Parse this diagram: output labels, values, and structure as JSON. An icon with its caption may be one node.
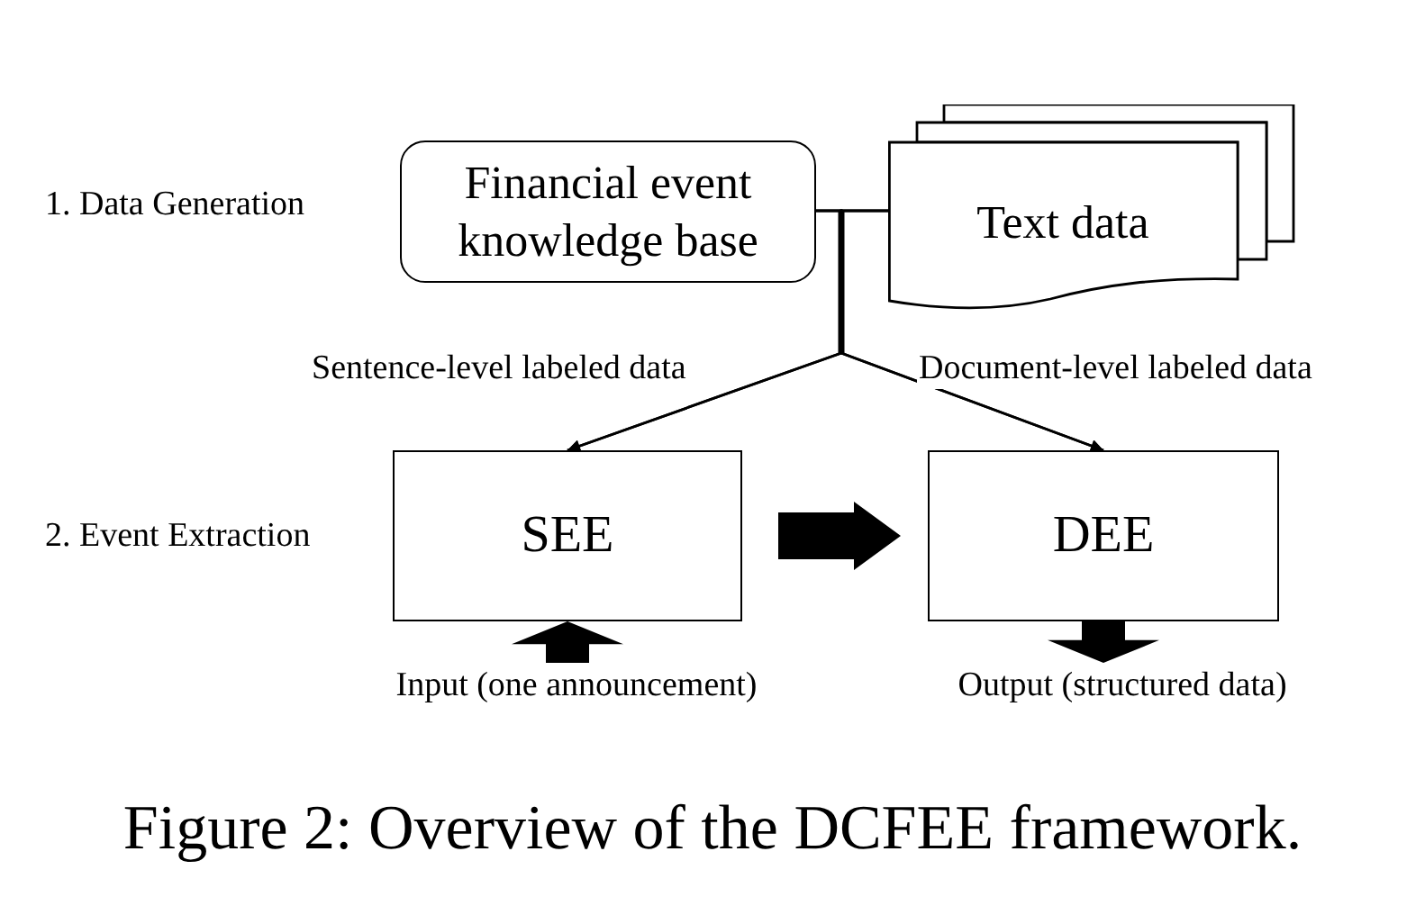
{
  "diagram": {
    "caption": "Figure 2: Overview of the DCFEE framework.",
    "nodes": [
      {
        "text": [
          "Financial event knowledge base"
        ]
      },
      {
        "text": [
          "Text data"
        ]
      },
      {
        "text": [
          "SEE"
        ]
      },
      {
        "text": [
          "DEE"
        ]
      },
      {
        "text": [
          "Input (one announcement)"
        ]
      },
      {
        "text": [
          "Output (structured data)"
        ]
      }
    ],
    "edges": [
      {
        "from": 0,
        "to": 2,
        "arrow": "to",
        "label": "Sentence-level labeled data"
      },
      {
        "from": 0,
        "to": 3,
        "arrow": "to",
        "label": "Document-level labeled data"
      },
      {
        "from": 1,
        "to": 2,
        "arrow": "to"
      },
      {
        "from": 1,
        "to": 3,
        "arrow": "to"
      },
      {
        "from": 2,
        "to": 3,
        "arrow": "to",
        "style": "thick"
      },
      {
        "from": 4,
        "to": 2,
        "arrow": "to",
        "style": "thick"
      },
      {
        "from": 3,
        "to": 5,
        "arrow": "to",
        "style": "thick"
      }
    ],
    "labels": [
      "1. Data Generation",
      "2. Event Extraction"
    ]
  }
}
